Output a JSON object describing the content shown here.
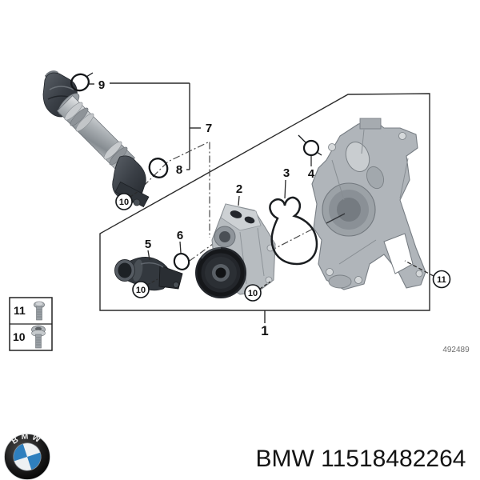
{
  "diagram": {
    "drawing_number": "492489",
    "callouts": [
      {
        "id": "1",
        "circled": false
      },
      {
        "id": "2",
        "circled": false
      },
      {
        "id": "3",
        "circled": false
      },
      {
        "id": "4",
        "circled": false
      },
      {
        "id": "5",
        "circled": false
      },
      {
        "id": "6",
        "circled": false
      },
      {
        "id": "7",
        "circled": false
      },
      {
        "id": "8",
        "circled": false
      },
      {
        "id": "9",
        "circled": false
      },
      {
        "id": "10",
        "circled": true
      },
      {
        "id": "10",
        "circled": true
      },
      {
        "id": "10",
        "circled": true
      },
      {
        "id": "11",
        "circled": true
      }
    ],
    "legend": [
      {
        "label": "11"
      },
      {
        "label": "10"
      }
    ]
  },
  "footer": {
    "logo_text": "BMW",
    "text": "BMW 11518482264"
  },
  "colors": {
    "bmw_blue": "#2e7fbe",
    "roundel_black": "#0b0b0b",
    "line": "#1a1a1a",
    "aluminum": "#b2b7bc"
  }
}
